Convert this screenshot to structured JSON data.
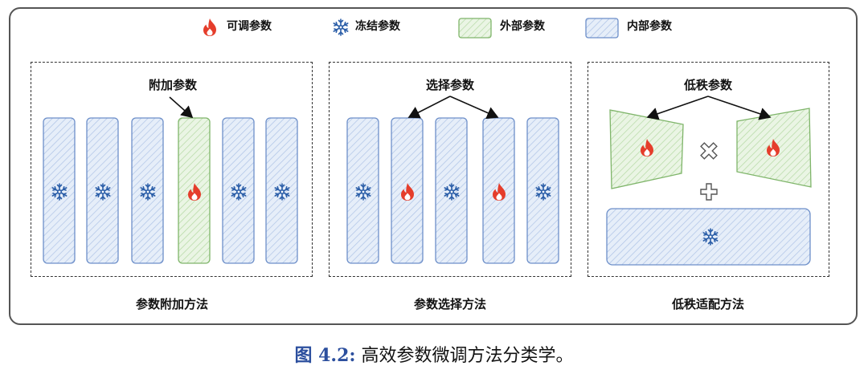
{
  "legend": {
    "tunable": "可调参数",
    "frozen": "冻结参数",
    "external": "外部参数",
    "internal": "内部参数"
  },
  "panels": [
    {
      "title": "附加参数",
      "method": "参数附加方法"
    },
    {
      "title": "选择参数",
      "method": "参数选择方法"
    },
    {
      "title": "低秩参数",
      "method": "低秩适配方法"
    }
  ],
  "caption": {
    "label": "图 4.2:",
    "text": " 高效参数微调方法分类学。"
  },
  "colors": {
    "blue_fill": "#e4edf9",
    "blue_stroke": "#6d8fc9",
    "green_fill": "#e8f4e2",
    "green_stroke": "#7fb56a",
    "flame": "#e53d2b",
    "snow": "#2b5ea8"
  }
}
